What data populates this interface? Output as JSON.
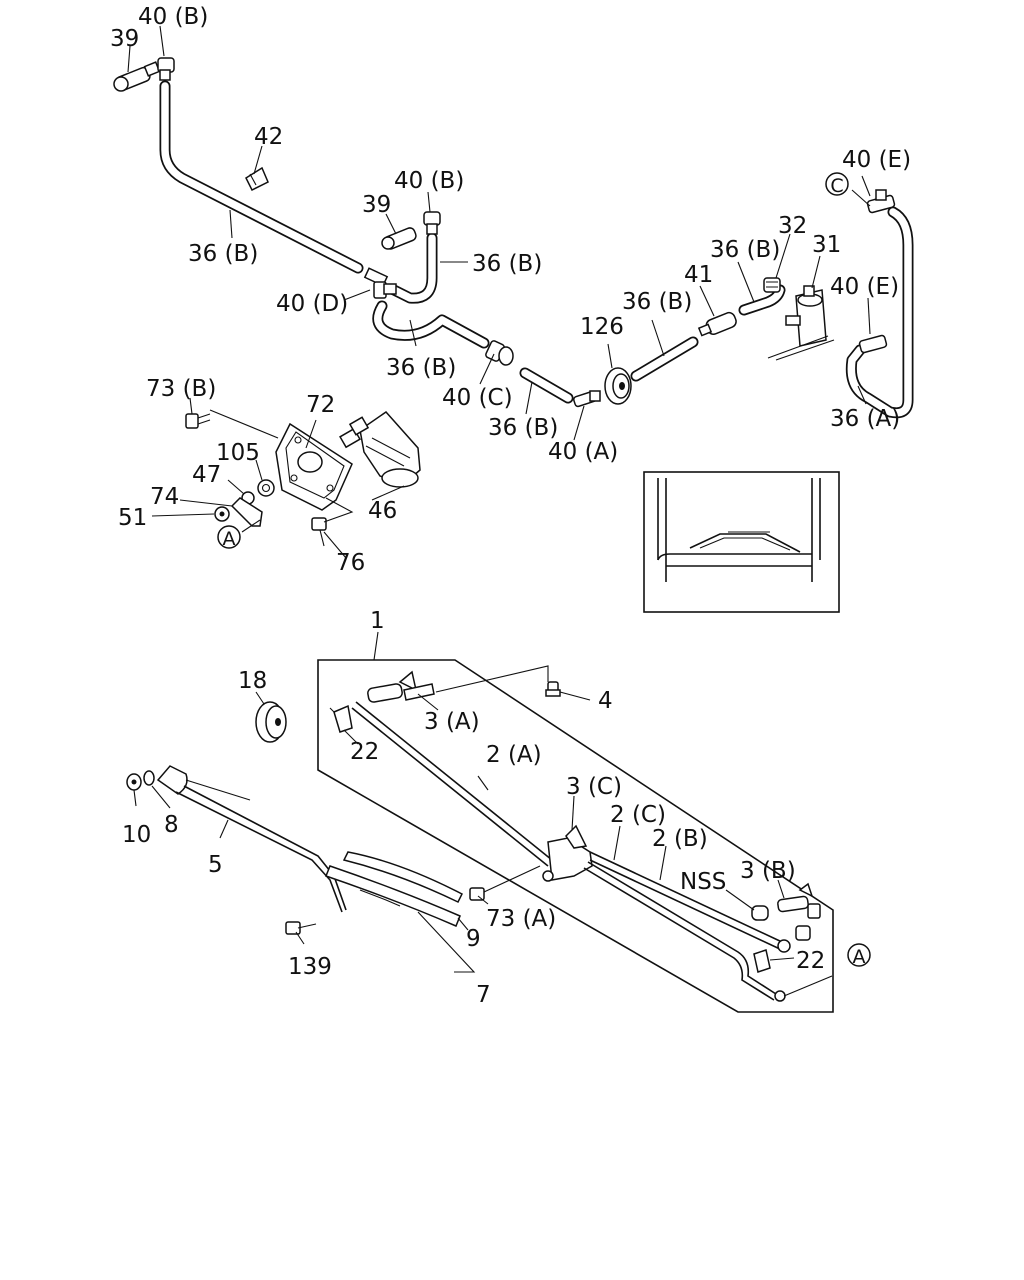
{
  "callouts": {
    "c40b_top": "40 (B)",
    "c39_top": "39",
    "c42": "42",
    "c36b_1": "36 (B)",
    "c40b_mid": "40 (B)",
    "c39_mid": "39",
    "c36b_2": "36 (B)",
    "c40d": "40 (D)",
    "c36b_3": "36 (B)",
    "c40c": "40 (C)",
    "c36b_4": "36 (B)",
    "c40a": "40 (A)",
    "c126": "126",
    "c36b_5": "36 (B)",
    "c41": "41",
    "c36b_6": "36 (B)",
    "c32": "32",
    "c31": "31",
    "c40e_top": "40 (E)",
    "c40e_mid": "40 (E)",
    "c36a": "36 (A)",
    "c73b": "73 (B)",
    "c72": "72",
    "c105": "105",
    "c47": "47",
    "c74": "74",
    "c51": "51",
    "c46": "46",
    "c76": "76",
    "c1": "1",
    "c18": "18",
    "c4": "4",
    "c3a": "3 (A)",
    "c22_top": "22",
    "c2a": "2 (A)",
    "c3c": "3 (C)",
    "c2c": "2 (C)",
    "c2b": "2 (B)",
    "cnss": "NSS",
    "c3b": "3 (B)",
    "c22_bot": "22",
    "c10": "10",
    "c8": "8",
    "c5": "5",
    "c73a": "73 (A)",
    "c9": "9",
    "c7": "7",
    "c139": "139"
  },
  "ref_marks": {
    "a_left": "A",
    "a_right": "A",
    "c_top": "C"
  }
}
